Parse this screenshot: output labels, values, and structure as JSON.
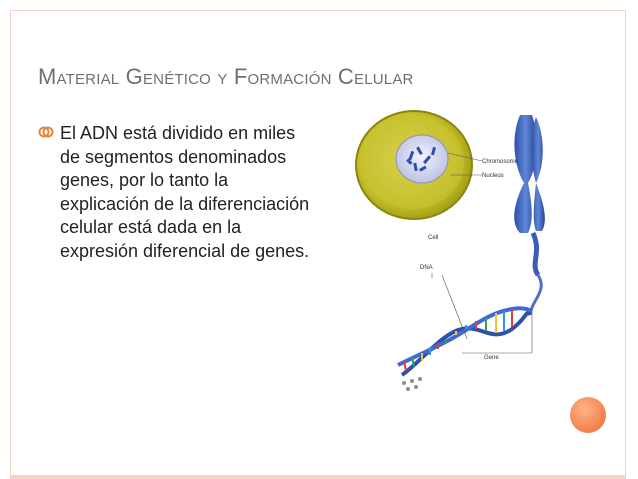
{
  "slide": {
    "title": "Material Genético y Formación Celular",
    "bullet_text": "El ADN está dividido en miles de segmentos denominados genes, por lo tanto la explicación de la diferenciación celular está dada en la expresión diferencial de genes.",
    "figure": {
      "labels": {
        "chromosome": "Chromosome",
        "nucleus": "Nucleus",
        "cell": "Cell",
        "dna": "DNA",
        "gene": "Gene"
      }
    }
  }
}
